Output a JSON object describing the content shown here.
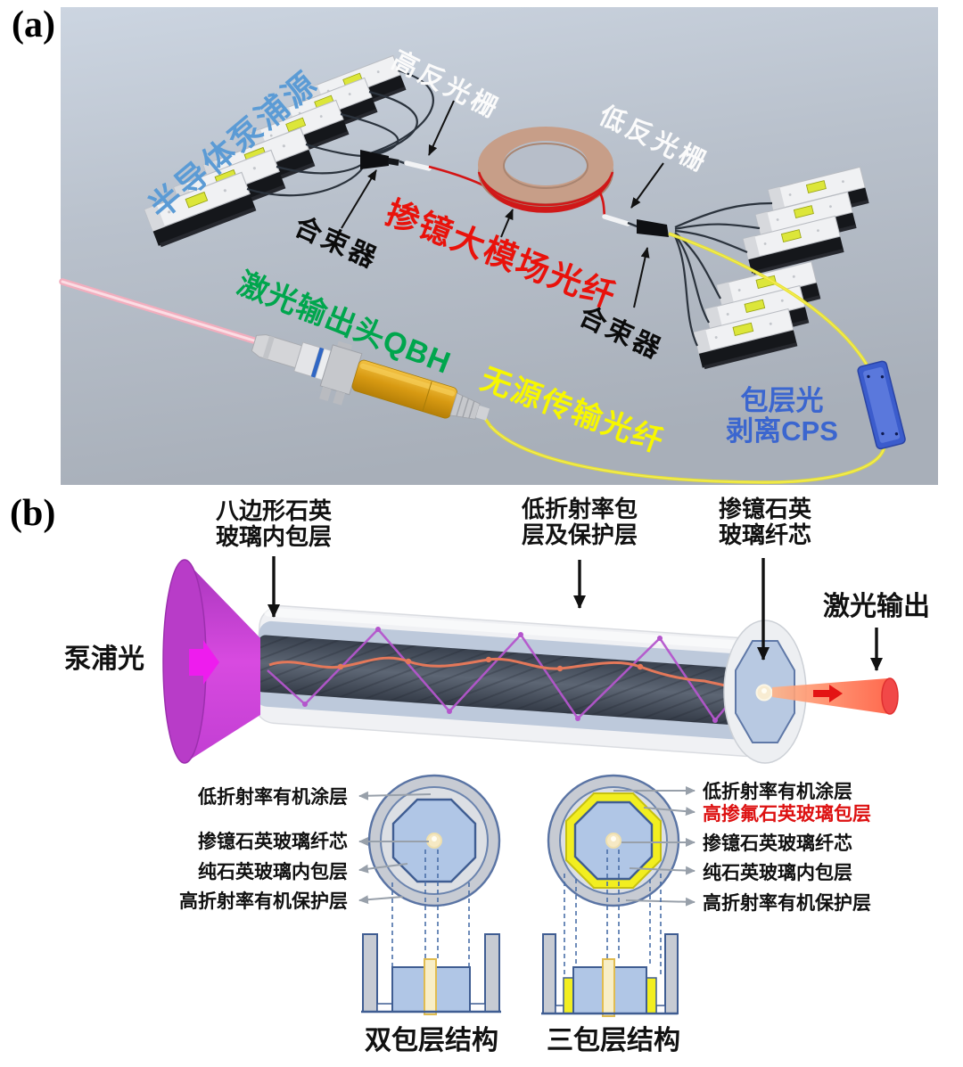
{
  "panel_a": {
    "tag": "(a)",
    "labels": {
      "pump_source": "半导体泵浦源",
      "hr_grating": "高反光栅",
      "lr_grating": "低反光栅",
      "combiner_left": "合束器",
      "yb_fiber": "掺镱大模场光纤",
      "combiner_right": "合束器",
      "qbh": "激光输出头QBH",
      "passive_fiber": "无源传输光纤",
      "cps_line1": "包层光",
      "cps_line2": "剥离CPS"
    },
    "colors": {
      "pump_source_text": "#5b9bd5",
      "grating_text": "#fbfbfb",
      "yb_fiber_text": "#e9120b",
      "qbh_text": "#00a64d",
      "passive_fiber_text": "#f7f700",
      "cps_text": "#3b66cf",
      "yellow_fiber": "#e8e132",
      "active_fiber": "#d41414",
      "coil_body": "#c79e88",
      "cps_device": "#3b5ccc"
    }
  },
  "panel_b": {
    "tag": "(b)",
    "octagon_clad_line1": "八边形石英",
    "octagon_clad_line2": "玻璃内包层",
    "low_index_line1": "低折射率包",
    "low_index_line2": "层及保护层",
    "yb_core_line1": "掺镱石英",
    "yb_core_line2": "玻璃纤芯",
    "laser_output": "激光输出",
    "pump_light": "泵浦光",
    "left_labels": [
      "低折射率有机涂层",
      "掺镱石英玻璃纤芯",
      "纯石英玻璃内包层",
      "高折射率有机保护层"
    ],
    "right_labels": [
      "低折射率有机涂层",
      "高掺氟石英玻璃包层",
      "掺镱石英玻璃纤芯",
      "纯石英玻璃内包层",
      "高折射率有机保护层"
    ],
    "caption_double": "双包层结构",
    "caption_triple": "三包层结构",
    "colors": {
      "pump_cone": "#c93fd6",
      "octagon_fill": "#b0c6e6",
      "fluorine_ring": "#f2ee20",
      "core_fill": "#f6e9c4",
      "highlight_label": "#dd1111",
      "output_beam": "#ff5a3c"
    }
  }
}
